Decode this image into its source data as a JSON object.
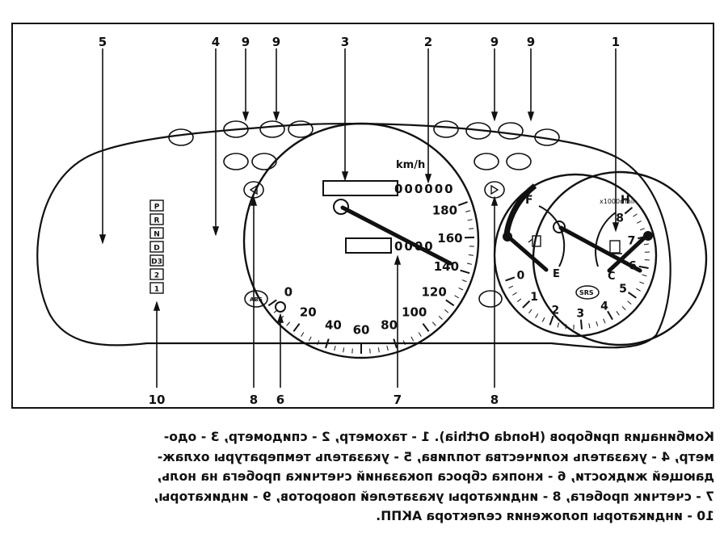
{
  "figure": {
    "callouts": [
      {
        "id": "c5",
        "label": "5"
      },
      {
        "id": "c4",
        "label": "4"
      },
      {
        "id": "c9a",
        "label": "9"
      },
      {
        "id": "c9b",
        "label": "9"
      },
      {
        "id": "c3",
        "label": "3"
      },
      {
        "id": "c2",
        "label": "2"
      },
      {
        "id": "c9c",
        "label": "9"
      },
      {
        "id": "c9d",
        "label": "9"
      },
      {
        "id": "c1",
        "label": "1"
      },
      {
        "id": "c10",
        "label": "10"
      },
      {
        "id": "c8a",
        "label": "8"
      },
      {
        "id": "c6",
        "label": "6"
      },
      {
        "id": "c7",
        "label": "7"
      },
      {
        "id": "c8b",
        "label": "8"
      }
    ],
    "speedometer": {
      "unit": "km/h",
      "scale": [
        "0",
        "20",
        "40",
        "60",
        "80",
        "100",
        "120",
        "140",
        "160",
        "180"
      ],
      "odometer": "000000",
      "trip": "0000"
    },
    "tachometer": {
      "unit": "x1000r/min",
      "scale": [
        "0",
        "1",
        "2",
        "3",
        "4",
        "5",
        "6",
        "7",
        "8"
      ],
      "badge": "SRS"
    },
    "temperature": {
      "high_label": "H",
      "low_label": "C"
    },
    "fuel": {
      "full_label": "F",
      "empty_label": "E"
    },
    "selector": [
      "P",
      "R",
      "N",
      "D",
      "D3",
      "2",
      "1"
    ],
    "abs_label": "ABS"
  },
  "caption": {
    "lines": [
      "Комбинация приборов (Honda Orthia). 1 - тахометр, 2 - спидометр, 3 - одо-",
      "метр, 4 - указатель количества топлива, 5 - указатель температуры охлаж-",
      "дающей жидкости, 6 - кнопка сброса показаний счетчика пробега на ноль,",
      "7 - счетчик пробега, 8 - индикаторы указателей поворотов, 9 - индикаторы,",
      "10 - индикаторы положения селектора АКПП."
    ]
  }
}
